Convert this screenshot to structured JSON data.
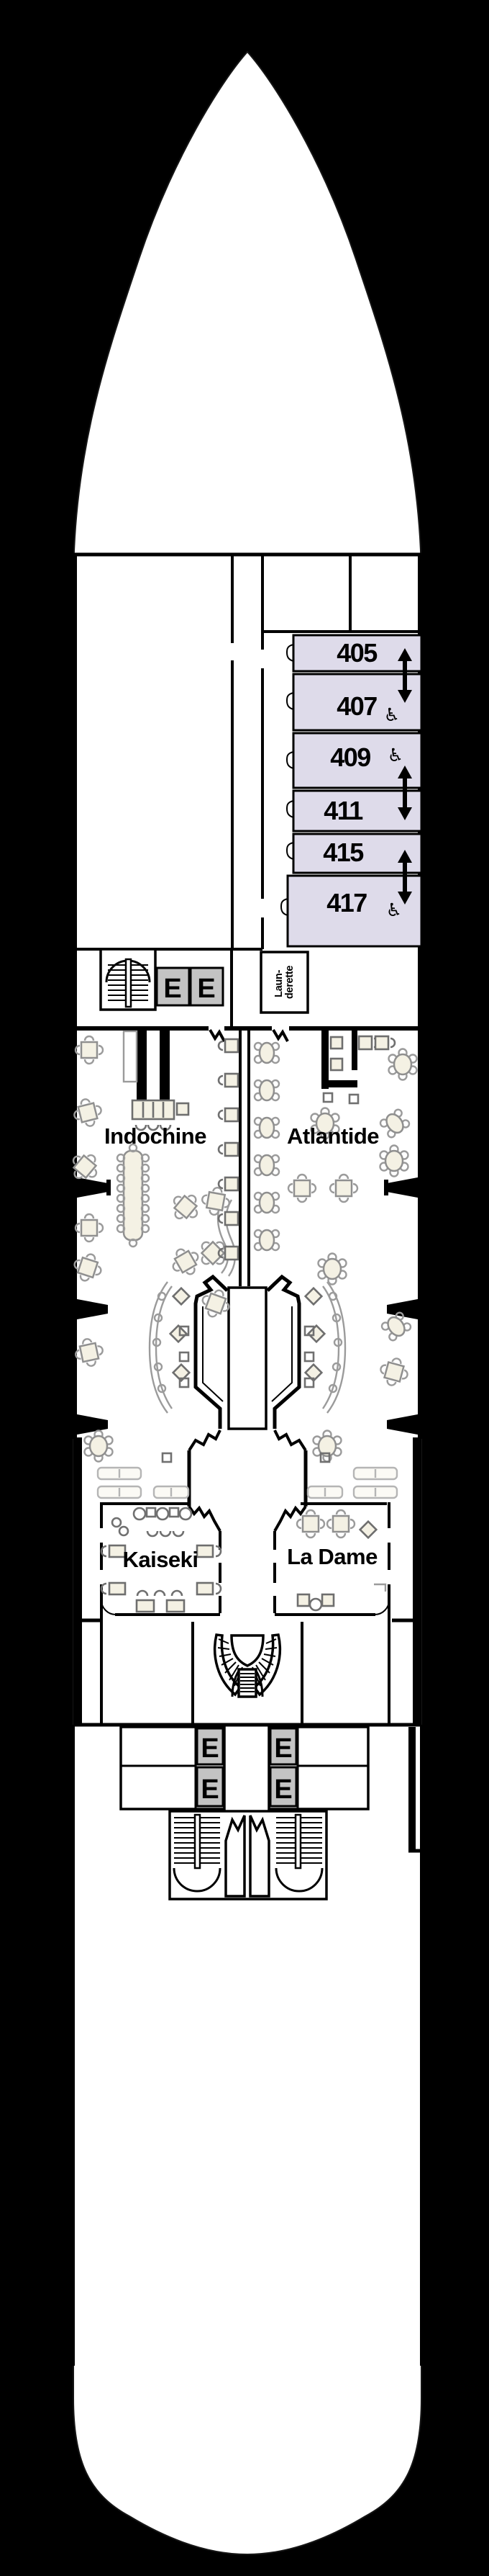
{
  "deck_plan": {
    "colors": {
      "background": "#000000",
      "hull": "#ffffff",
      "wall": "#000000",
      "cabin_fill": "#dedbea",
      "elevator_fill": "#c3c3c3",
      "table_fill": "#f4f1e4",
      "furniture_stroke": "#9b9b9b"
    },
    "cabins": [
      {
        "number": "405",
        "accessible": false
      },
      {
        "number": "407",
        "accessible": true
      },
      {
        "number": "409",
        "accessible": true
      },
      {
        "number": "411",
        "accessible": false
      },
      {
        "number": "415",
        "accessible": false
      },
      {
        "number": "417",
        "accessible": true
      }
    ],
    "accessible_icon": "♿",
    "accessible_cabins": [
      "407",
      "409",
      "417"
    ],
    "connecting_cabins": [
      [
        "405",
        "407"
      ],
      [
        "409",
        "411"
      ],
      [
        "415",
        "417"
      ]
    ],
    "elevator_label": "E",
    "venues": {
      "indochine": "Indochine",
      "atlantide": "Atlantide",
      "kaiseki": "Kaiseki",
      "la_dame": "La Dame",
      "launderette_line1": "Laun-",
      "launderette_line2": "derette"
    }
  }
}
